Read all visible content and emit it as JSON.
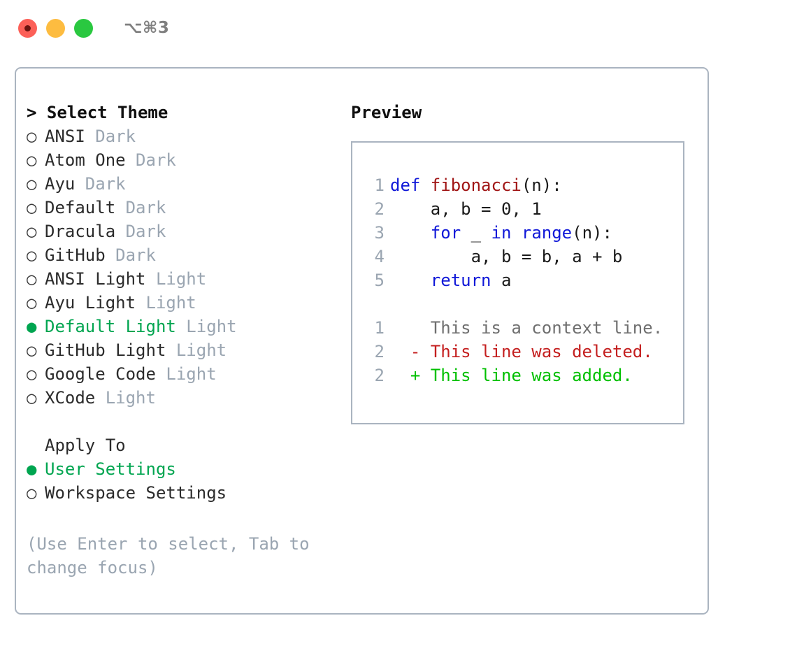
{
  "titlebar": {
    "shortcut": "⌥⌘3",
    "buttons": [
      {
        "name": "close",
        "color": "#fc6058"
      },
      {
        "name": "minimize",
        "color": "#fdbc40"
      },
      {
        "name": "maximize",
        "color": "#2ac840"
      }
    ]
  },
  "colors": {
    "selected_green": "#00a550",
    "diff_add_green": "#00c000",
    "diff_del_red": "#c41f1f",
    "muted_gray": "#9aa5b1",
    "keyword_blue": "#1018d8",
    "function_red": "#a01515",
    "border": "#aab4c0"
  },
  "theme_list": {
    "header": "> Select Theme",
    "marker_selected": "●",
    "marker_unselected": "○",
    "items": [
      {
        "name": "ANSI",
        "variant": "Dark",
        "selected": false
      },
      {
        "name": "Atom One",
        "variant": "Dark",
        "selected": false
      },
      {
        "name": "Ayu",
        "variant": "Dark",
        "selected": false
      },
      {
        "name": "Default",
        "variant": "Dark",
        "selected": false
      },
      {
        "name": "Dracula",
        "variant": "Dark",
        "selected": false
      },
      {
        "name": "GitHub",
        "variant": "Dark",
        "selected": false
      },
      {
        "name": "ANSI Light",
        "variant": "Light",
        "selected": false
      },
      {
        "name": "Ayu Light",
        "variant": "Light",
        "selected": false
      },
      {
        "name": "Default Light",
        "variant": "Light",
        "selected": true
      },
      {
        "name": "GitHub Light",
        "variant": "Light",
        "selected": false
      },
      {
        "name": "Google Code",
        "variant": "Light",
        "selected": false
      },
      {
        "name": "XCode",
        "variant": "Light",
        "selected": false
      }
    ]
  },
  "apply_to": {
    "title": "Apply To",
    "options": [
      {
        "label": "User Settings",
        "selected": true
      },
      {
        "label": "Workspace Settings",
        "selected": false
      }
    ]
  },
  "hint": "(Use Enter to select, Tab to change focus)",
  "preview": {
    "title": "Preview",
    "code_lines": [
      {
        "num": "1",
        "tokens": [
          {
            "t": "def ",
            "c": "kw"
          },
          {
            "t": "fibonacci",
            "c": "fn"
          },
          {
            "t": "(n):",
            "c": "plain"
          }
        ]
      },
      {
        "num": "2",
        "tokens": [
          {
            "t": "    a, b = 0, 1",
            "c": "plain"
          }
        ]
      },
      {
        "num": "3",
        "tokens": [
          {
            "t": "    ",
            "c": "plain"
          },
          {
            "t": "for",
            "c": "kw"
          },
          {
            "t": " _ ",
            "c": "plain"
          },
          {
            "t": "in ",
            "c": "kw"
          },
          {
            "t": "range",
            "c": "kw"
          },
          {
            "t": "(n):",
            "c": "plain"
          }
        ]
      },
      {
        "num": "4",
        "tokens": [
          {
            "t": "        a, b = b, a + b",
            "c": "plain"
          }
        ]
      },
      {
        "num": "5",
        "tokens": [
          {
            "t": "    ",
            "c": "plain"
          },
          {
            "t": "return",
            "c": "kw"
          },
          {
            "t": " a",
            "c": "plain"
          }
        ]
      }
    ],
    "diff_lines": [
      {
        "num": "1",
        "marker": " ",
        "text": " This is a context line.",
        "kind": "ctx"
      },
      {
        "num": "2",
        "marker": "-",
        "text": " This line was deleted.",
        "kind": "del"
      },
      {
        "num": "2",
        "marker": "+",
        "text": " This line was added.",
        "kind": "add"
      }
    ]
  }
}
